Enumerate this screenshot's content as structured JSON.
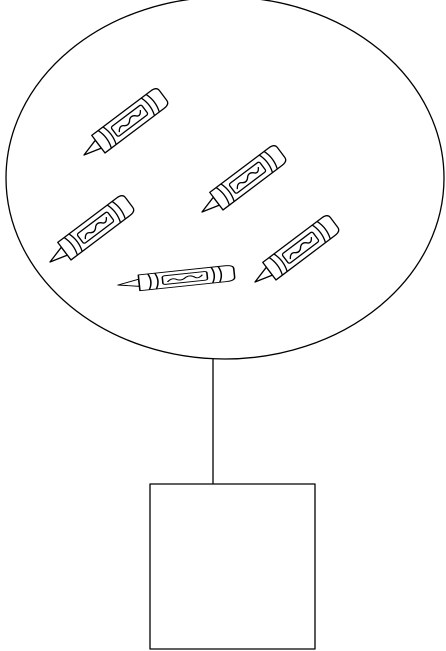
{
  "diagram": {
    "stroke_color": "#000000",
    "fill_color": "#ffffff",
    "group": {
      "shape": "ellipse",
      "contents": "crayon-icon",
      "item_count": 5
    },
    "connector": {
      "direction": "vertical"
    },
    "box": {
      "shape": "rectangle",
      "label": ""
    }
  }
}
